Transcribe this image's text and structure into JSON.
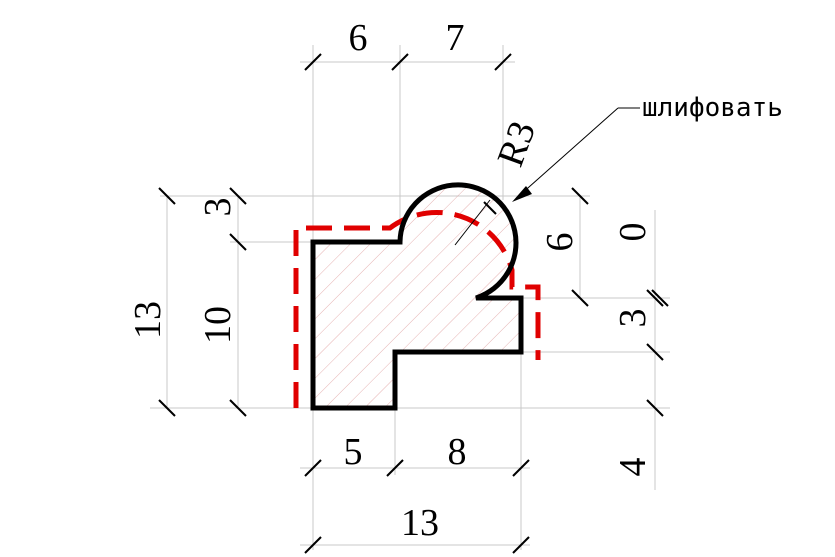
{
  "drawing": {
    "dims_top": [
      "6",
      "7"
    ],
    "radius": "R3",
    "note": "шлифовать",
    "dims_left": [
      "3",
      "10",
      "13"
    ],
    "dims_right": [
      "6",
      "0",
      "3",
      "4"
    ],
    "dims_bottom": [
      "5",
      "8",
      "13"
    ]
  },
  "colors": {
    "outline": "#000000",
    "grind_line": "#e00000",
    "hatch": "#e0a0a0",
    "extension": "#c8c8c8"
  }
}
